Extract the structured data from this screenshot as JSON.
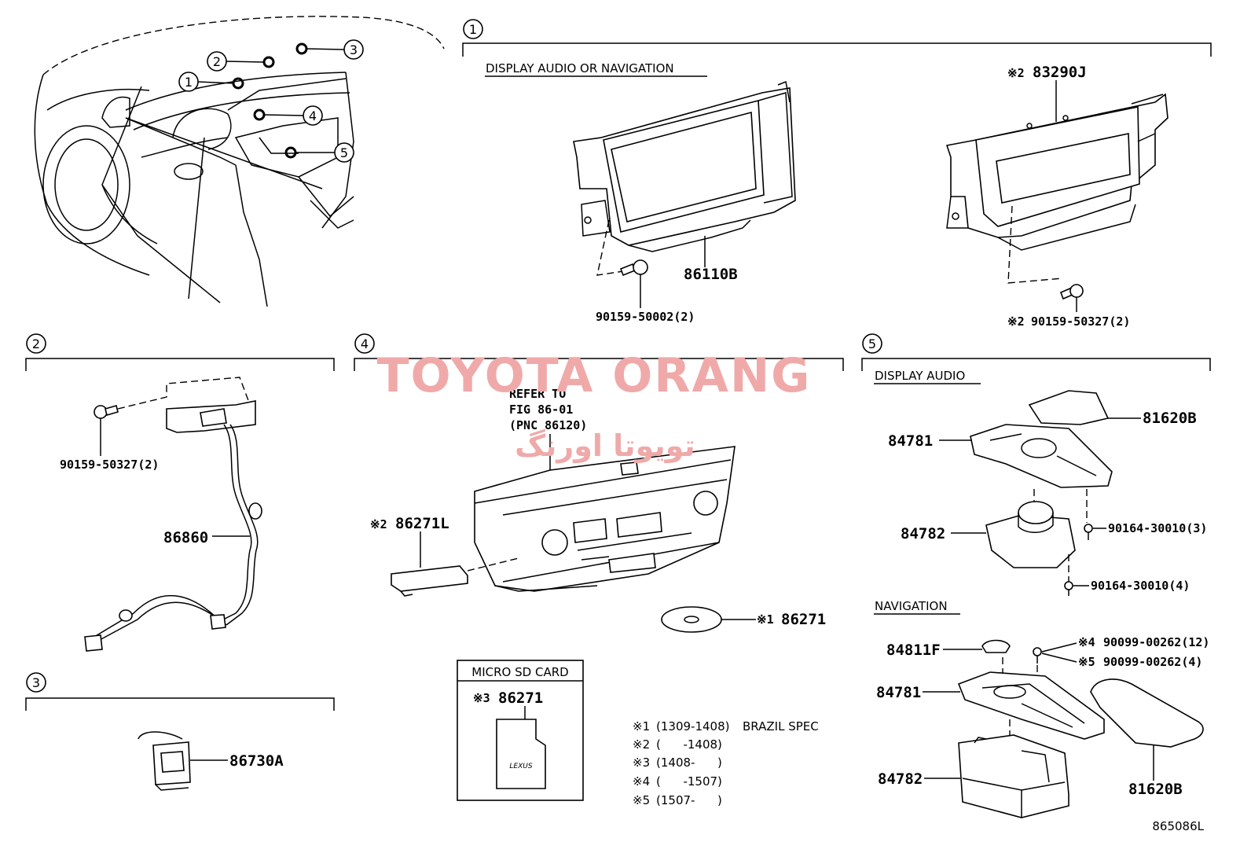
{
  "watermark": {
    "latin": "TOYOTA ORANG",
    "arabic": "تویوتا اورنگ",
    "color": "#f0a9a9"
  },
  "sections": [
    {
      "id": "1",
      "title": "DISPLAY AUDIO OR NAVIGATION"
    },
    {
      "id": "2"
    },
    {
      "id": "3"
    },
    {
      "id": "4"
    },
    {
      "id": "5",
      "title_display_audio": "DISPLAY AUDIO",
      "title_navigation": "NAVIGATION"
    }
  ],
  "overview_callouts": [
    "1",
    "2",
    "3",
    "4",
    "5"
  ],
  "parts": {
    "p86110B": "86110B",
    "p83290J": "83290J",
    "p83290J_mark": "※2",
    "p90159_50002": "90159-50002(2)",
    "p90159_50327_s1": "90159-50327(2)",
    "p90159_50327_s1_mark": "※2",
    "p90159_50327_s2": "90159-50327(2)",
    "p86860": "86860",
    "p86730A": "86730A",
    "p86271L": "86271L",
    "p86271L_mark": "※2",
    "p86271": "86271",
    "p86271_mark": "※1",
    "refer_line1": "REFER TO",
    "refer_line2": "FIG 86-01",
    "refer_line3": "(PNC 86120)",
    "p84781_da": "84781",
    "p84782_da": "84782",
    "p81620B_da": "81620B",
    "p90164_3": "90164-30010(3)",
    "p90164_4": "90164-30010(4)",
    "p84811F": "84811F",
    "p84781_nav": "84781",
    "p84782_nav": "84782",
    "p81620B_nav": "81620B",
    "p90099_12": "90099-00262(12)",
    "p90099_12_mark": "※4",
    "p90099_4": "90099-00262(4)",
    "p90099_4_mark": "※5"
  },
  "micro_sd": {
    "title": "MICRO SD CARD",
    "part_mark": "※3",
    "part": "86271",
    "brand": "LEXUS"
  },
  "notes": [
    {
      "mark": "※1",
      "range": "(1309-1408)",
      "text": "BRAZIL SPEC"
    },
    {
      "mark": "※2",
      "range": "(      -1408)",
      "text": ""
    },
    {
      "mark": "※3",
      "range": "(1408-      )",
      "text": ""
    },
    {
      "mark": "※4",
      "range": "(      -1507)",
      "text": ""
    },
    {
      "mark": "※5",
      "range": "(1507-      )",
      "text": ""
    }
  ],
  "figure_id": "865086L"
}
